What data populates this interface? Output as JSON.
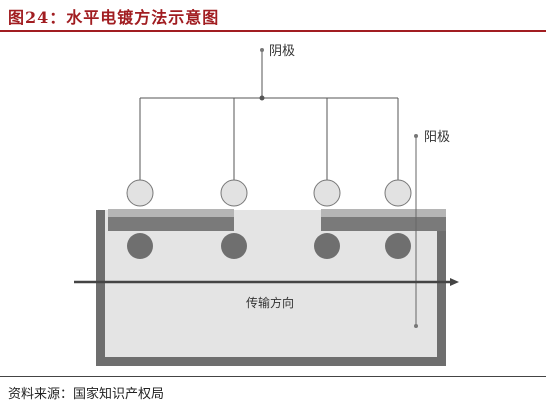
{
  "figure": {
    "title": "图24：水平电镀方法示意图",
    "source": "资料来源：国家知识产权局"
  },
  "diagram": {
    "cathode_label": "阴极",
    "anode_label": "阳极",
    "direction_label": "传输方向",
    "colors": {
      "title": "#a11d21",
      "tank_wall": "#6e6e6e",
      "tank_fill": "#e4e4e4",
      "board": "#7a7a7a",
      "board_top": "#b5b5b5",
      "upper_roller": "#e2e2e2",
      "lower_roller": "#6f6f6f",
      "wire": "#555555",
      "arrow": "#444444"
    }
  }
}
